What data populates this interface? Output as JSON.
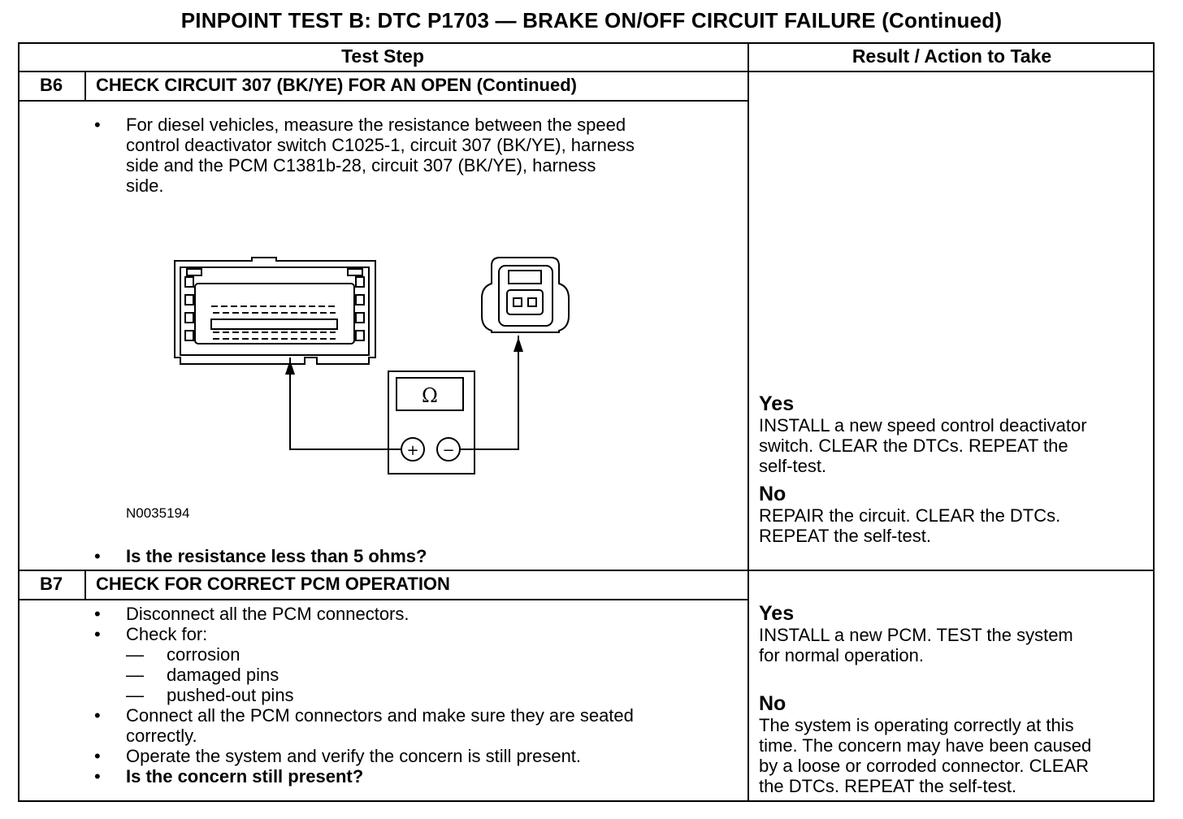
{
  "title": "PINPOINT TEST B: DTC P1703 — BRAKE ON/OFF CIRCUIT FAILURE (Continued)",
  "columns": {
    "test_step": "Test Step",
    "result": "Result / Action to Take"
  },
  "b6": {
    "id": "B6",
    "title": "CHECK CIRCUIT 307 (BK/YE) FOR AN OPEN (Continued)",
    "bullet_symbol": "•",
    "instruction_lines": [
      "For diesel vehicles, measure the resistance between the speed",
      "control deactivator switch C1025-1, circuit 307 (BK/YE), harness",
      "side and the PCM C1381b-28, circuit 307 (BK/YE), harness",
      "side."
    ],
    "figure_id": "N0035194",
    "meter_symbol": "Ω",
    "meter_plus": "+",
    "meter_minus": "−",
    "question": "Is the resistance less than 5 ohms?",
    "yes_label": "Yes",
    "yes_lines": [
      "INSTALL a new speed control deactivator",
      "switch. CLEAR the DTCs. REPEAT the",
      "self-test."
    ],
    "no_label": "No",
    "no_lines": [
      "REPAIR the circuit. CLEAR the DTCs.",
      "REPEAT the self-test."
    ]
  },
  "b7": {
    "id": "B7",
    "title": "CHECK FOR CORRECT PCM OPERATION",
    "bullet_symbol": "•",
    "dash_symbol": "—",
    "item1": "Disconnect all the PCM connectors.",
    "item2": "Check for:",
    "sub_items": [
      "corrosion",
      "damaged pins",
      "pushed-out pins"
    ],
    "item3_lines": [
      "Connect all the PCM connectors and make sure they are seated",
      "correctly."
    ],
    "item4": "Operate the system and verify the concern is still present.",
    "question": "Is the concern still present?",
    "yes_label": "Yes",
    "yes_lines": [
      "INSTALL a new PCM. TEST the system",
      "for normal operation."
    ],
    "no_label": "No",
    "no_lines": [
      "The system is operating correctly at this",
      "time. The concern may have been caused",
      "by a loose or corroded connector. CLEAR",
      "the DTCs. REPEAT the self-test."
    ]
  }
}
